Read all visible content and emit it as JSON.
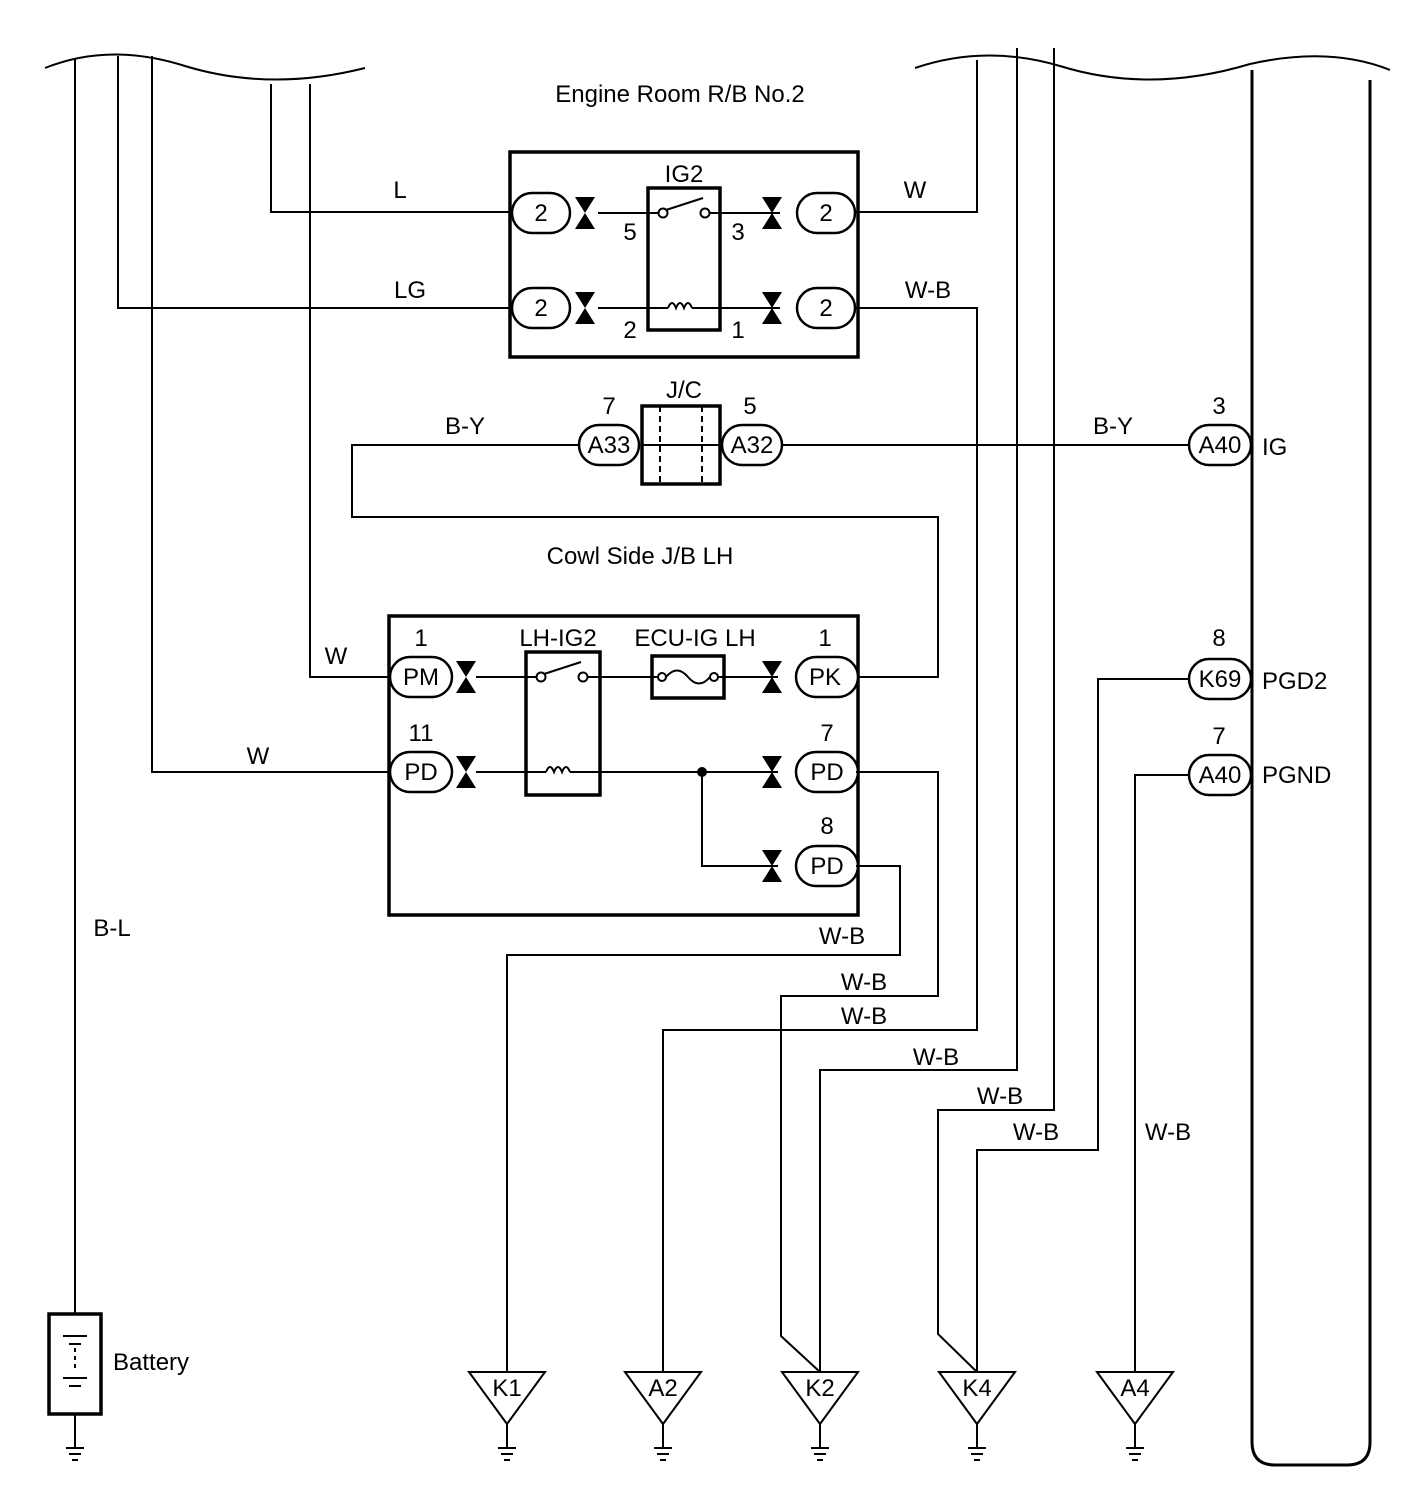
{
  "boxes": {
    "engine_room": "Engine Room R/B No.2",
    "cowl_side": "Cowl Side J/B LH"
  },
  "relays": {
    "ig2": "IG2",
    "lh_ig2": "LH-IG2"
  },
  "fuse": {
    "ecu_ig_lh": "ECU-IG LH"
  },
  "junction": {
    "jc": "J/C"
  },
  "pins": {
    "ig2_5": "5",
    "ig2_3": "3",
    "ig2_2": "2",
    "ig2_1": "1",
    "a33": "7",
    "a32": "5",
    "a40_ig": "3",
    "pm": "1",
    "pk": "1",
    "pd_left": "11",
    "pd_7": "7",
    "pd_8": "8",
    "k69": "8",
    "a40_pgnd": "7"
  },
  "connectors": {
    "er_tl": "2",
    "er_tr": "2",
    "er_bl": "2",
    "er_br": "2",
    "a33": "A33",
    "a32": "A32",
    "a40_ig": "A40",
    "pm": "PM",
    "pk": "PK",
    "pd_left": "PD",
    "pd_7": "PD",
    "pd_8": "PD",
    "k69": "K69",
    "a40_pgnd": "A40"
  },
  "terminals": {
    "ig": "IG",
    "pgd2": "PGD2",
    "pgnd": "PGND"
  },
  "wires": {
    "l": "L",
    "w_top": "W",
    "lg": "LG",
    "wb_top": "W-B",
    "by_left": "B-Y",
    "by_right": "B-Y",
    "w_pm": "W",
    "w_pd": "W",
    "bl": "B-L",
    "wb_1": "W-B",
    "wb_2": "W-B",
    "wb_3": "W-B",
    "wb_4": "W-B",
    "wb_5": "W-B",
    "wb_6": "W-B",
    "wb_7": "W-B"
  },
  "battery": "Battery",
  "grounds": [
    "K1",
    "A2",
    "K2",
    "K4",
    "A4"
  ]
}
